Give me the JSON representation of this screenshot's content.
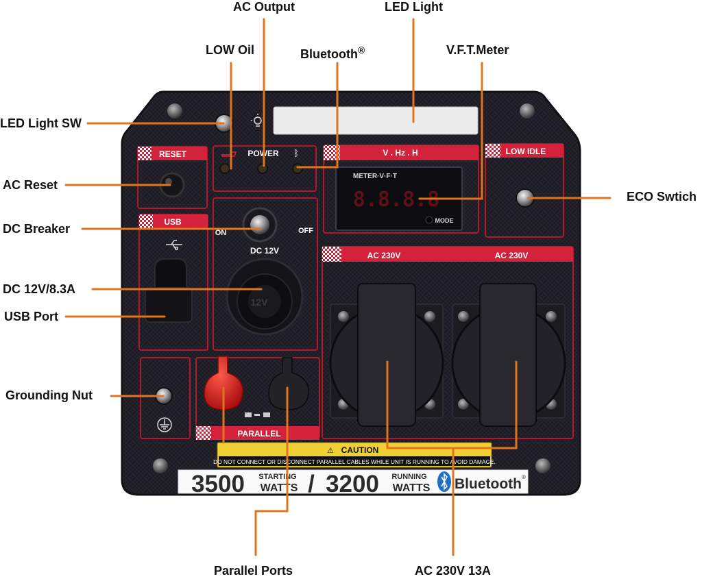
{
  "callouts": {
    "ac_output": "AC Output",
    "led_light": "LED Light",
    "low_oil": "LOW Oil",
    "bluetooth": "Bluetooth",
    "bluetooth_reg": "®",
    "vft_meter": "V.F.T.Meter",
    "led_light_sw": "LED Light SW",
    "ac_reset": "AC Reset",
    "eco_switch": "ECO Swtich",
    "dc_breaker": "DC Breaker",
    "dc_12v": "DC 12V/8.3A",
    "usb_port": "USB Port",
    "grounding_nut": "Grounding Nut",
    "parallel_ports": "Parallel Ports",
    "ac_230v_13a": "AC 230V 13A"
  },
  "panel": {
    "reset": "RESET",
    "power": "POWER",
    "vhzh": "V . Hz . H",
    "low_idle": "LOW IDLE",
    "meter_label": "METER·V·F·T",
    "mode": "MODE",
    "meter_digits": "8.8.8.8",
    "usb": "USB",
    "on": "ON",
    "off": "OFF",
    "dc12v": "DC 12V",
    "socket_12v": "12V",
    "ac230v_left": "AC 230V",
    "ac230v_right": "AC 230V",
    "parallel": "PARALLEL",
    "caution_title": "CAUTION",
    "caution_text": "DO NOT CONNECT OR DISCONNECT PARALLEL CABLES WHILE UNIT IS RUNNING TO AVOID DAMAGE.",
    "starting_watts_value": "3500",
    "starting_label_1": "STARTING",
    "starting_label_2": "WATTS",
    "slash": "/",
    "running_watts_value": "3200",
    "running_label_1": "RUNNING",
    "running_label_2": "WATTS",
    "bluetooth_brand": "Bluetooth",
    "bluetooth_brand_reg": "®"
  },
  "colors": {
    "leader": "#E2741E",
    "panel_dark": "#1b1a22",
    "panel_red": "#d3223a",
    "caution_yellow": "#f1d035"
  },
  "icons": [
    "led-bulb-icon",
    "oil-can-icon",
    "bluetooth-icon",
    "usb-icon",
    "ground-icon",
    "parallel-cable-icon",
    "bluetooth-logo-icon"
  ]
}
